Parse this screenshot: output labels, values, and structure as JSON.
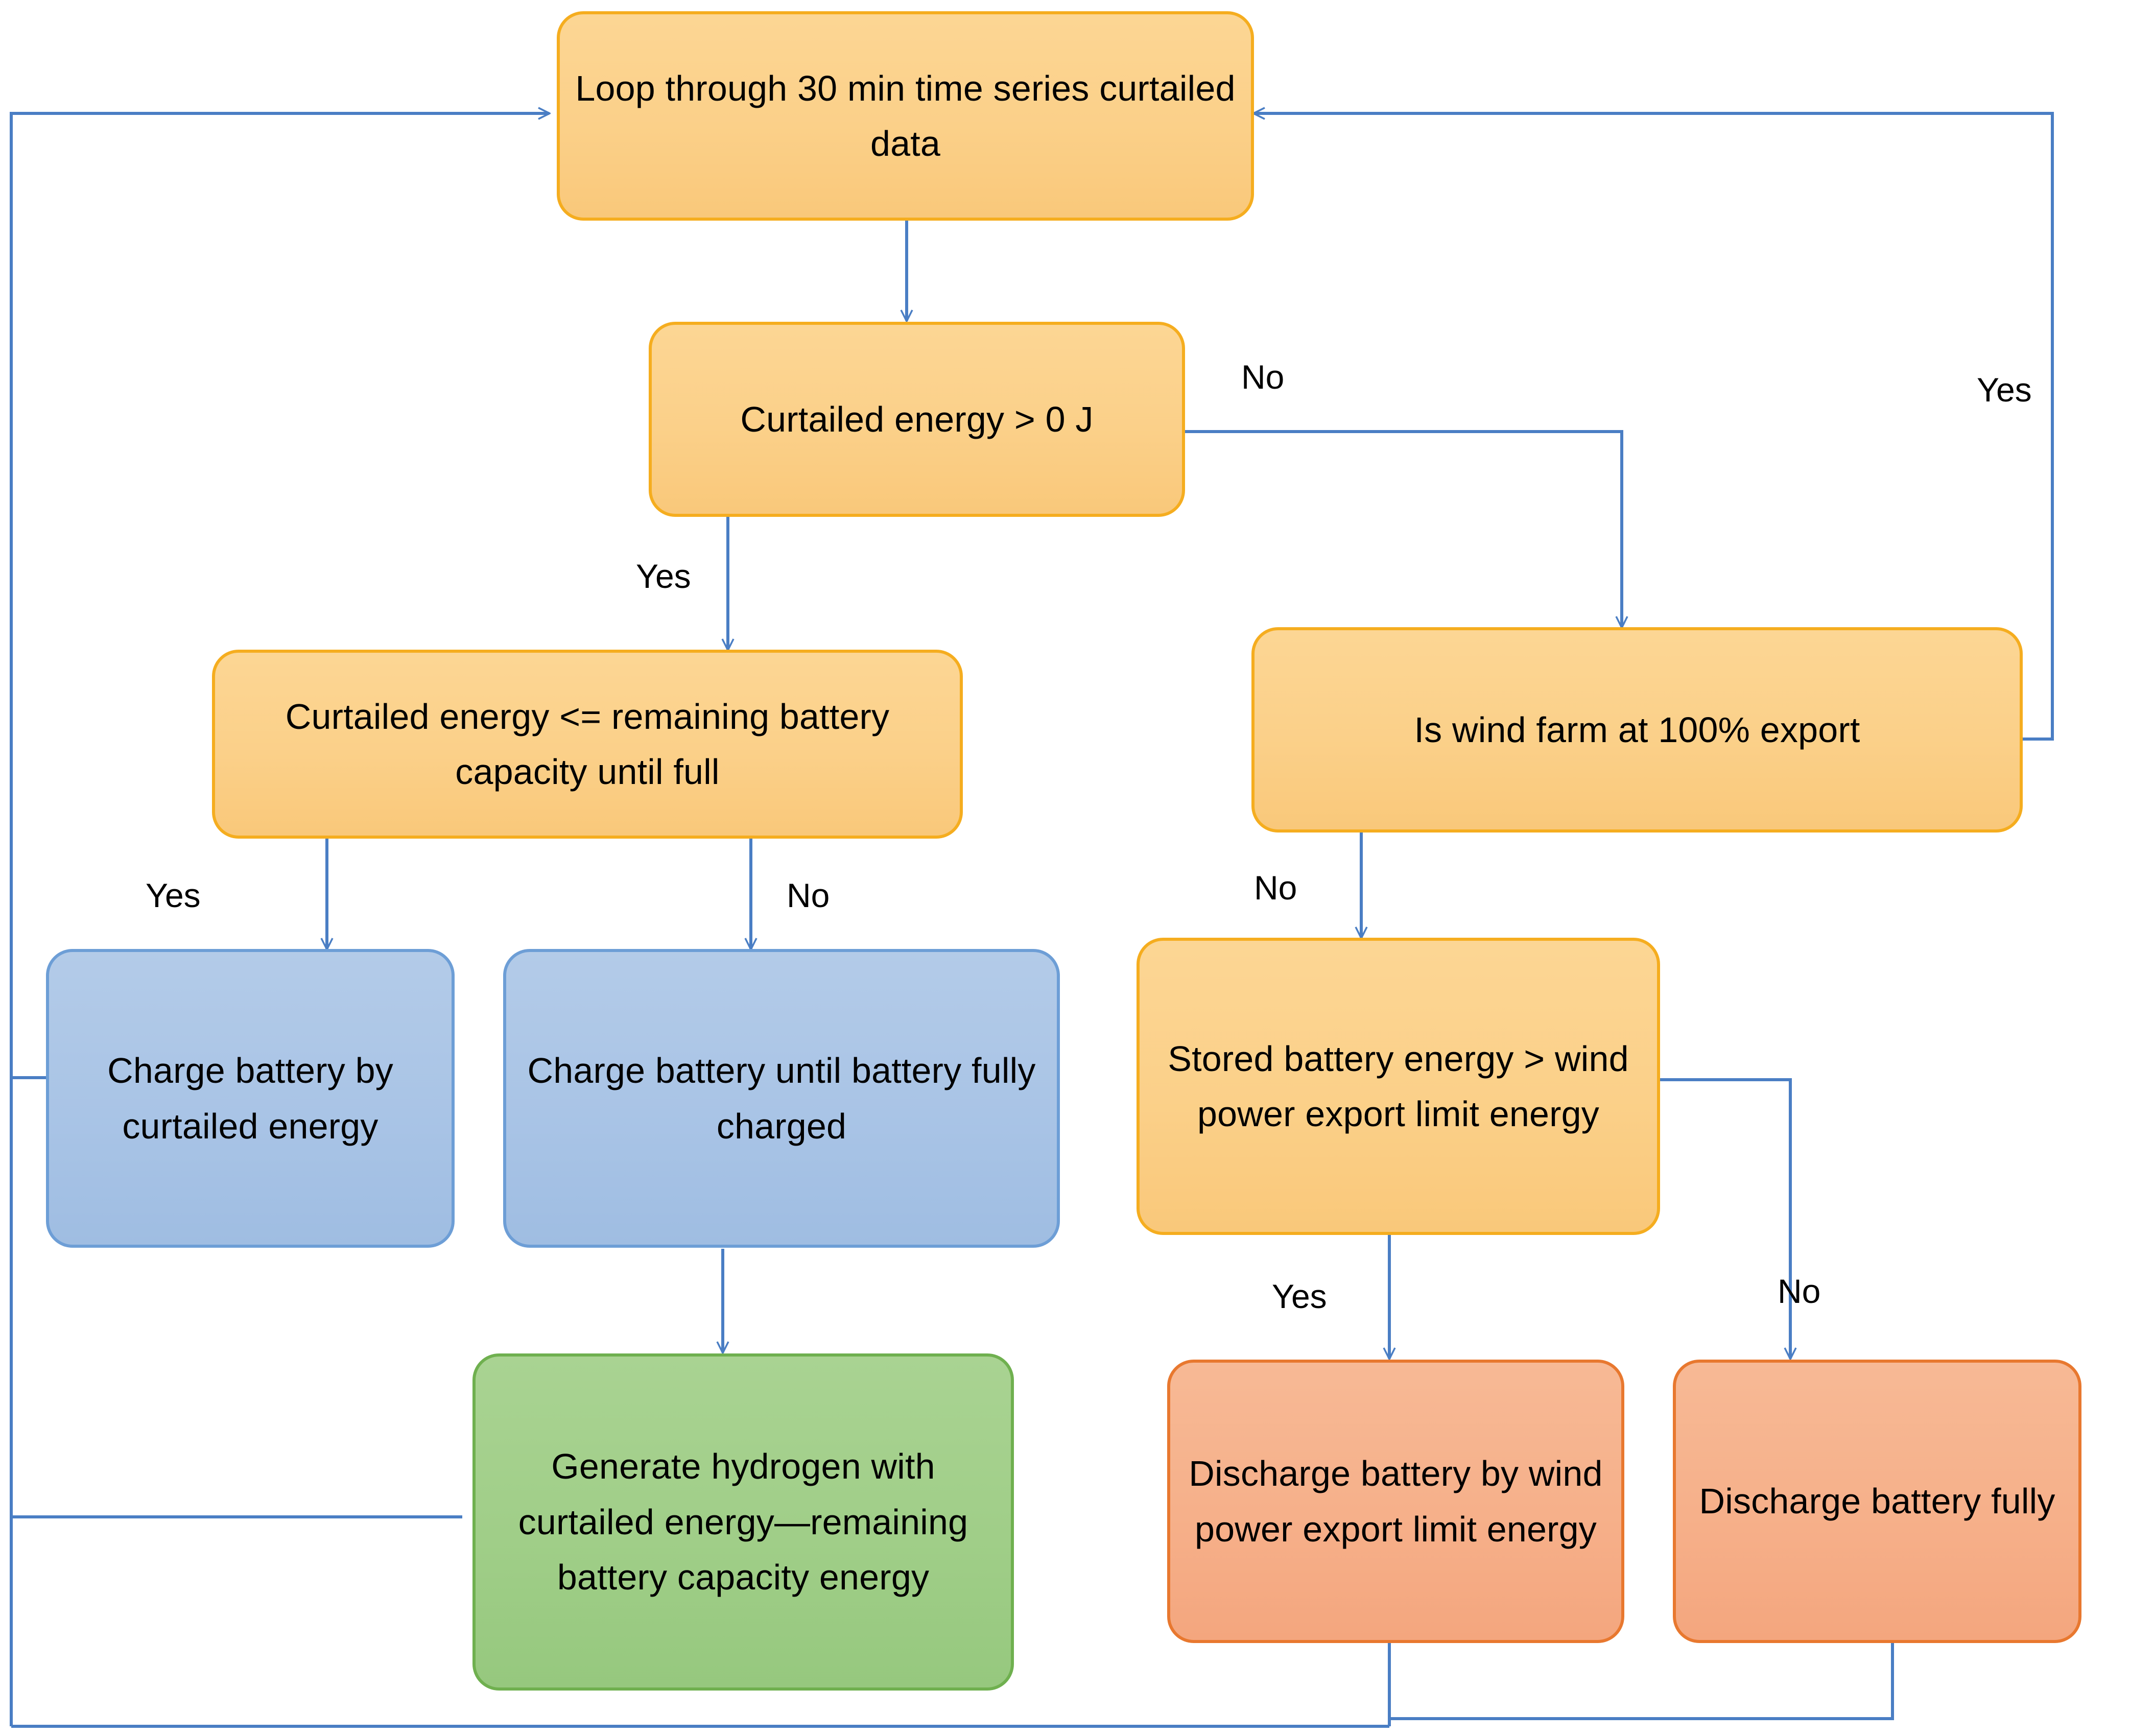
{
  "diagram": {
    "title": "Battery and hydrogen dispatch decision flowchart",
    "colors": {
      "decision_fill": "#fbd089",
      "decision_stroke": "#f5ad1f",
      "charge_fill": "#a9c4e6",
      "charge_stroke": "#6d9ed6",
      "hydrogen_fill": "#a0ce88",
      "hydrogen_stroke": "#6fb04f",
      "discharge_fill": "#f6b08a",
      "discharge_stroke": "#e8782f",
      "edge": "#4a7ec4",
      "text": "#000000",
      "background": "#ffffff"
    },
    "nodes": [
      {
        "id": "loop",
        "kind": "decision",
        "label": "Loop through 30 min time series curtailed data"
      },
      {
        "id": "curtailed",
        "kind": "decision",
        "label": "Curtailed energy > 0 J"
      },
      {
        "id": "capacity",
        "kind": "decision",
        "label": "Curtailed energy <= remaining battery capacity until full"
      },
      {
        "id": "windfarm",
        "kind": "decision",
        "label": "Is wind farm at 100% export"
      },
      {
        "id": "stored",
        "kind": "decision",
        "label": "Stored battery energy > wind power export limit energy"
      },
      {
        "id": "chargeby",
        "kind": "charge",
        "label": "Charge battery by curtailed energy"
      },
      {
        "id": "chargefull",
        "kind": "charge",
        "label": "Charge battery until battery fully charged"
      },
      {
        "id": "hydrogen",
        "kind": "hydrogen",
        "label": "Generate hydrogen with curtailed energy—remaining battery capacity energy"
      },
      {
        "id": "dischargeby",
        "kind": "discharge",
        "label": "Discharge battery by wind power export limit energy"
      },
      {
        "id": "dischargefull",
        "kind": "discharge",
        "label": "Discharge battery fully"
      }
    ],
    "edge_labels": [
      {
        "id": "curtailed-no",
        "text": "No",
        "from": "curtailed",
        "to": "windfarm"
      },
      {
        "id": "curtailed-yes",
        "text": "Yes",
        "from": "curtailed",
        "to": "capacity"
      },
      {
        "id": "windfarm-yes",
        "text": "Yes",
        "from": "windfarm",
        "to": "loop"
      },
      {
        "id": "windfarm-no",
        "text": "No",
        "from": "windfarm",
        "to": "stored"
      },
      {
        "id": "capacity-yes",
        "text": "Yes",
        "from": "capacity",
        "to": "chargeby"
      },
      {
        "id": "capacity-no",
        "text": "No",
        "from": "capacity",
        "to": "chargefull"
      },
      {
        "id": "stored-yes",
        "text": "Yes",
        "from": "stored",
        "to": "dischargeby"
      },
      {
        "id": "stored-no",
        "text": "No",
        "from": "stored",
        "to": "dischargefull"
      }
    ]
  }
}
